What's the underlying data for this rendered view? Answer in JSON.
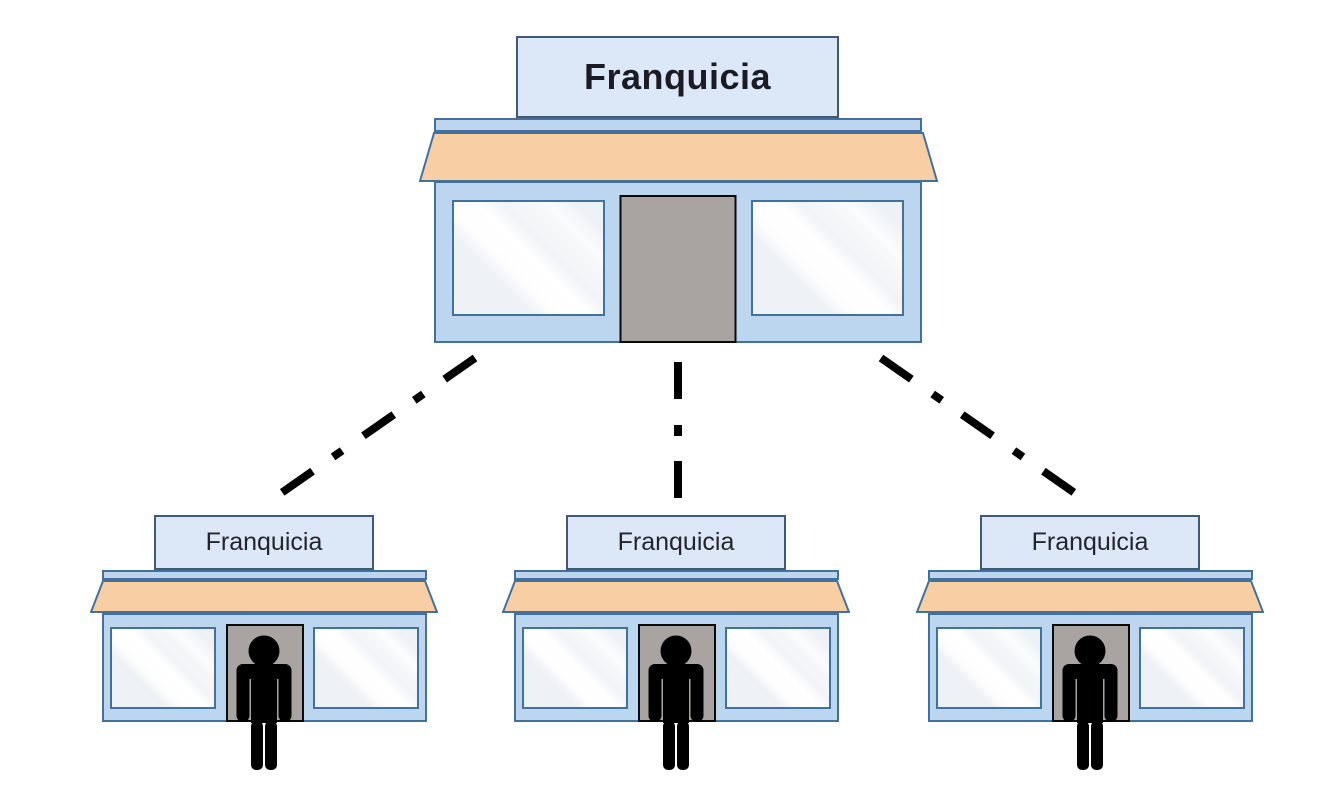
{
  "diagram": {
    "type": "franchise-hierarchy",
    "parent_store": {
      "label": "Franquicia"
    },
    "child_stores": [
      {
        "label": "Franquicia"
      },
      {
        "label": "Franquicia"
      },
      {
        "label": "Franquicia"
      }
    ],
    "colors": {
      "sign_fill": "#dce8f7",
      "sign_border": "#3f5a78",
      "building_fill": "#bcd6ef",
      "building_border": "#41719c",
      "awning_fill": "#f8cfa4",
      "door_fill": "#a9a3a2",
      "door_border": "#0a0a0a",
      "window_fill": "#f0f3f7",
      "connector": "#000000",
      "person": "#000000",
      "text": "#1b1b26"
    }
  }
}
